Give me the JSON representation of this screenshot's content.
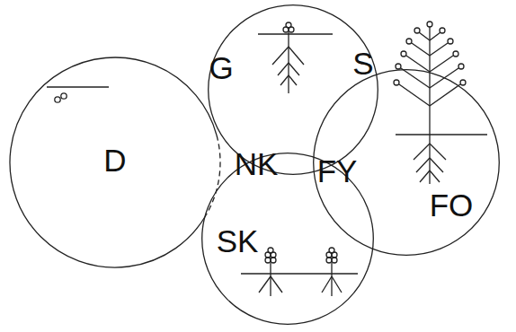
{
  "diagram": {
    "nodes": [
      {
        "text": [
          "D"
        ]
      },
      {
        "text": [
          "G"
        ]
      },
      {
        "text": [
          "SK"
        ]
      },
      {
        "text": [
          "FO"
        ]
      }
    ],
    "labels": [
      "NK",
      "FY",
      "S"
    ]
  }
}
